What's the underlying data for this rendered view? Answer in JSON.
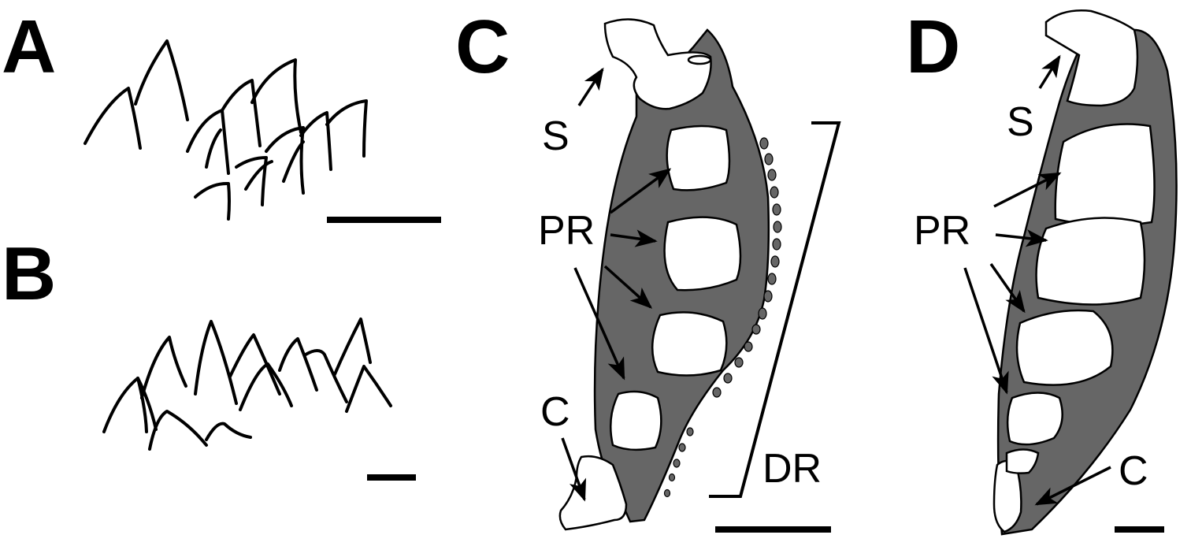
{
  "panels": {
    "A": {
      "letter": "A"
    },
    "B": {
      "letter": "B"
    },
    "C": {
      "letter": "C",
      "labels": {
        "s": "S",
        "pr": "PR",
        "c": "C",
        "dr": "DR"
      }
    },
    "D": {
      "letter": "D",
      "labels": {
        "s": "S",
        "pr": "PR",
        "c": "C"
      }
    }
  },
  "colors": {
    "bone": "#666666",
    "outline": "#000000",
    "background": "#ffffff"
  }
}
